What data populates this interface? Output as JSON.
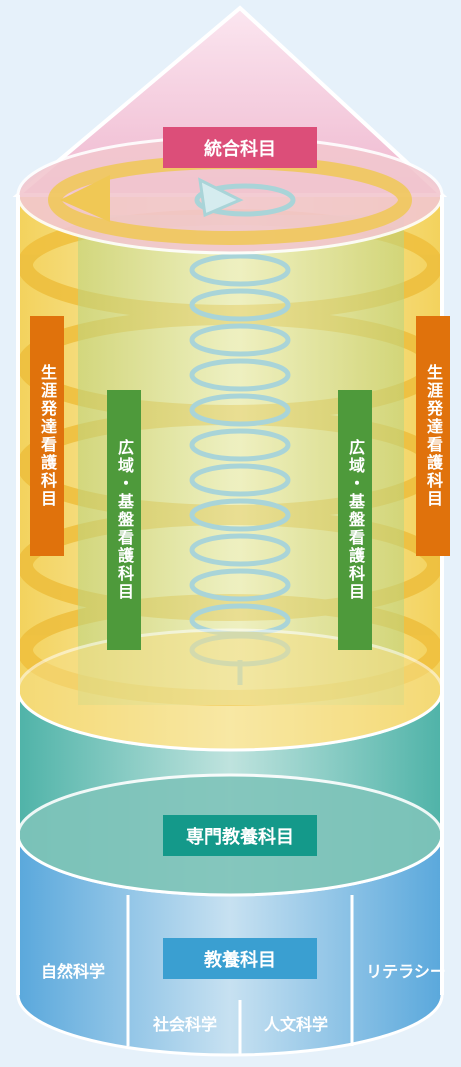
{
  "diagram": {
    "top": {
      "label": "統合科目",
      "color": "#dc4e79"
    },
    "side_left": {
      "label": "生涯発達看護科目",
      "color": "#e0720c"
    },
    "side_right": {
      "label": "生涯発達看護科目",
      "color": "#e0720c"
    },
    "inner_left": {
      "label": "広域・基盤看護科目",
      "color": "#4e9a3b"
    },
    "inner_right": {
      "label": "広域・基盤看護科目",
      "color": "#4e9a3b"
    },
    "middle": {
      "label": "専門教養科目",
      "color": "#14998a"
    },
    "base": {
      "center": {
        "label": "教養科目",
        "color": "#3a9fd1"
      },
      "left": "自然科学",
      "right": "リテラシー",
      "bottom_left": "社会科学",
      "bottom_right": "人文科学"
    }
  }
}
